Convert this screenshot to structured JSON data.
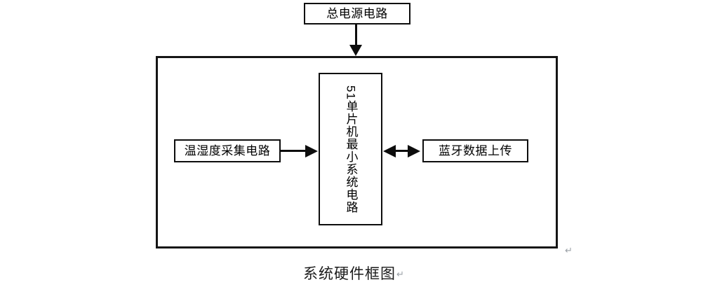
{
  "figure": {
    "caption": "系统硬件框图",
    "caption_paragraph_mark": "↵",
    "frame_paragraph_mark": "↵",
    "outline_color": "#151515",
    "box_border_color": "#0d0d0d",
    "background_color": "#ffffff",
    "text_color": "#000000"
  },
  "diagram": {
    "type": "block-diagram",
    "boundary_label": "",
    "blocks": [
      {
        "id": "power",
        "label": "总电源电路",
        "orientation": "horizontal",
        "position": "top-outside-frame"
      },
      {
        "id": "sensor",
        "label": "温湿度采集电路",
        "orientation": "horizontal",
        "position": "left"
      },
      {
        "id": "mcu",
        "label": "51单片机最小系统电路",
        "label_digits": "51",
        "label_rest": "单片机最小系统电路",
        "orientation": "vertical",
        "position": "center"
      },
      {
        "id": "bluetooth",
        "label": "蓝牙数据上传",
        "orientation": "horizontal",
        "position": "right"
      }
    ],
    "connectors": [
      {
        "id": "power-to-frame",
        "from": "power",
        "to": "system-boundary",
        "direction": "down",
        "arrow": "single"
      },
      {
        "id": "sensor-to-mcu",
        "from": "sensor",
        "to": "mcu",
        "direction": "right",
        "arrow": "single"
      },
      {
        "id": "mcu-to-bluetooth",
        "from": "mcu",
        "to": "bluetooth",
        "direction": "both",
        "arrow": "double"
      }
    ]
  }
}
